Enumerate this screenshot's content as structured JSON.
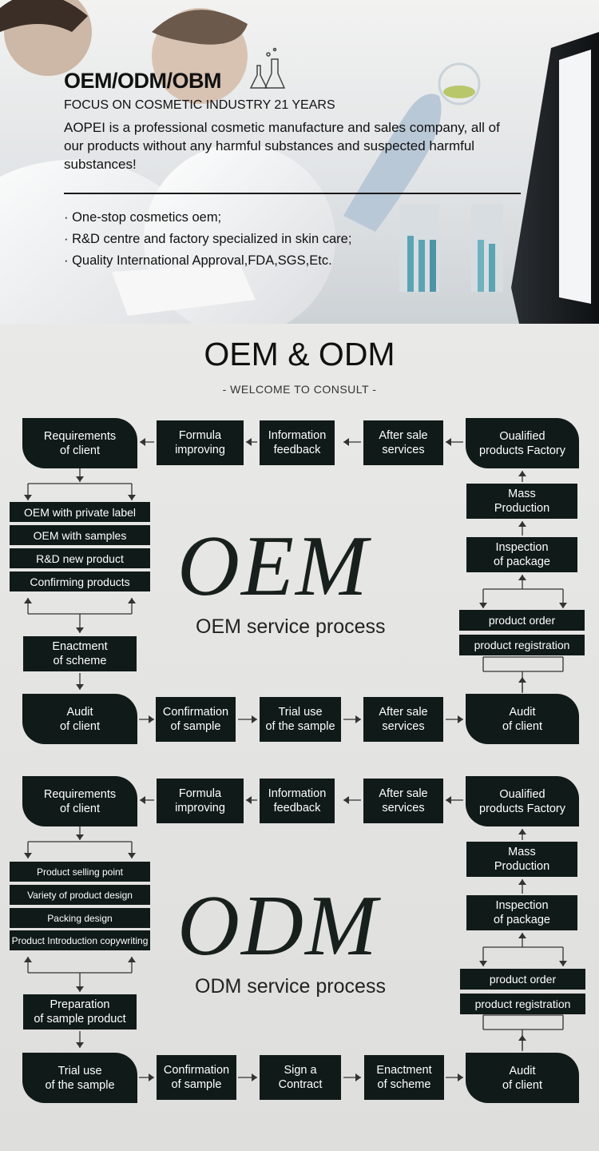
{
  "hero": {
    "title": "OEM/ODM/OBM",
    "subtitle": "FOCUS ON COSMETIC INDUSTRY 21 YEARS",
    "description": "AOPEI is a professional cosmetic manufacture and sales company, all of our products without any harmful substances and suspected harmful substances!",
    "bullets": [
      "· One-stop cosmetics oem;",
      "· R&D centre and factory specialized in skin care;",
      "· Quality International Approval,FDA,SGS,Etc."
    ]
  },
  "section": {
    "title": "OEM & ODM",
    "subtitle": "- WELCOME TO CONSULT -"
  },
  "oem": {
    "watermark": "OEM",
    "caption": "OEM service process",
    "top_row": [
      "Requirements\nof client",
      "Formula\nimproving",
      "Information\nfeedback",
      "After sale\nservices",
      "Oualified\nproducts Factory"
    ],
    "left_list": [
      "OEM with private label",
      "OEM with samples",
      "R&D new product",
      "Confirming products"
    ],
    "left_next": "Enactment\nof scheme",
    "right_col": [
      "Mass\nProduction",
      "Inspection\nof package"
    ],
    "right_list": [
      "product order",
      "product registration"
    ],
    "bottom_row": [
      "Audit\nof  client",
      "Confirmation\nof sample",
      "Trial use\nof the sample",
      "After sale\nservices",
      "Audit\nof client"
    ]
  },
  "odm": {
    "watermark": "ODM",
    "caption": "ODM service process",
    "top_row": [
      "Requirements\nof client",
      "Formula\nimproving",
      "Information\nfeedback",
      "After sale\nservices",
      "Oualified\nproducts Factory"
    ],
    "left_list": [
      "Product selling point",
      "Variety of product design",
      "Packing design",
      "Product Introduction copywriting"
    ],
    "left_next": "Preparation\nof sample product",
    "right_col": [
      "Mass\nProduction",
      "Inspection\nof package"
    ],
    "right_list": [
      "product order",
      "product registration"
    ],
    "bottom_row": [
      "Trial use\nof the sample",
      "Confirmation\nof sample",
      "Sign a\nContract",
      "Enactment\nof scheme",
      "Audit\nof client"
    ]
  },
  "colors": {
    "box": "#101a18",
    "background": "#e6e6e4",
    "text": "#111111"
  }
}
